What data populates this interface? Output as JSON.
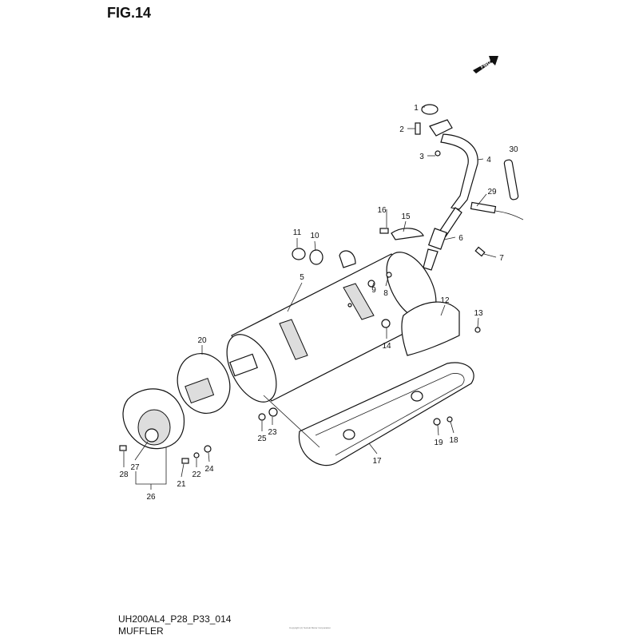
{
  "figure_title": "FIG.14",
  "diagram_code": "UH200AL4_P28_P33_014",
  "diagram_name": "MUFFLER",
  "copyright_text": "Copyright (c) Suzuki Motor Corporation",
  "fwd_label": "FWD",
  "callouts": [
    "1",
    "2",
    "3",
    "4",
    "30",
    "29",
    "16",
    "15",
    "6",
    "7",
    "11",
    "10",
    "5",
    "9",
    "8",
    "12",
    "13",
    "14",
    "20",
    "25",
    "23",
    "17",
    "19",
    "18",
    "27",
    "28",
    "22",
    "24",
    "21",
    "26"
  ]
}
